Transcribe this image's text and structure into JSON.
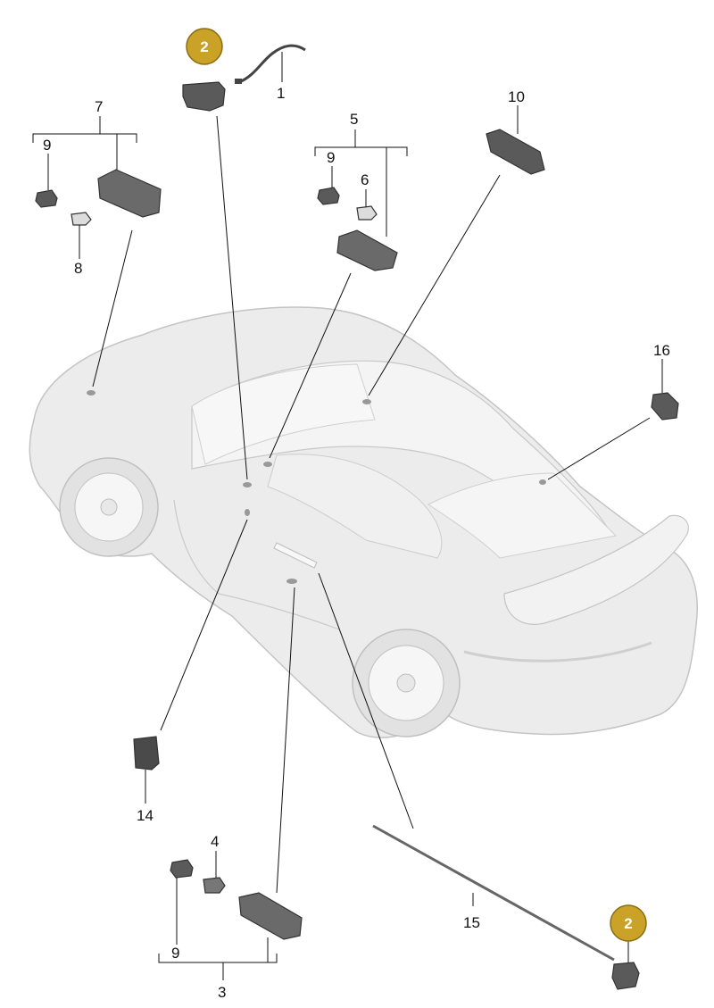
{
  "diagram": {
    "callouts": [
      {
        "id": "c1",
        "text": "1"
      },
      {
        "id": "c3",
        "text": "3"
      },
      {
        "id": "c4",
        "text": "4"
      },
      {
        "id": "c5",
        "text": "5"
      },
      {
        "id": "c6",
        "text": "6"
      },
      {
        "id": "c7",
        "text": "7"
      },
      {
        "id": "c8",
        "text": "8"
      },
      {
        "id": "c9a",
        "text": "9"
      },
      {
        "id": "c9b",
        "text": "9"
      },
      {
        "id": "c9c",
        "text": "9"
      },
      {
        "id": "c10",
        "text": "10"
      },
      {
        "id": "c14",
        "text": "14"
      },
      {
        "id": "c15",
        "text": "15"
      },
      {
        "id": "c16",
        "text": "16"
      }
    ],
    "badges": [
      {
        "id": "b2a",
        "text": "2"
      },
      {
        "id": "b2b",
        "text": "2"
      }
    ],
    "colors": {
      "badge_fill": "#c9a227",
      "badge_stroke": "#8a6d12",
      "car_body": "#ececec",
      "car_outline": "#c4c4c4",
      "part_fill": "#5a5a5a",
      "leader": "#111111"
    }
  }
}
